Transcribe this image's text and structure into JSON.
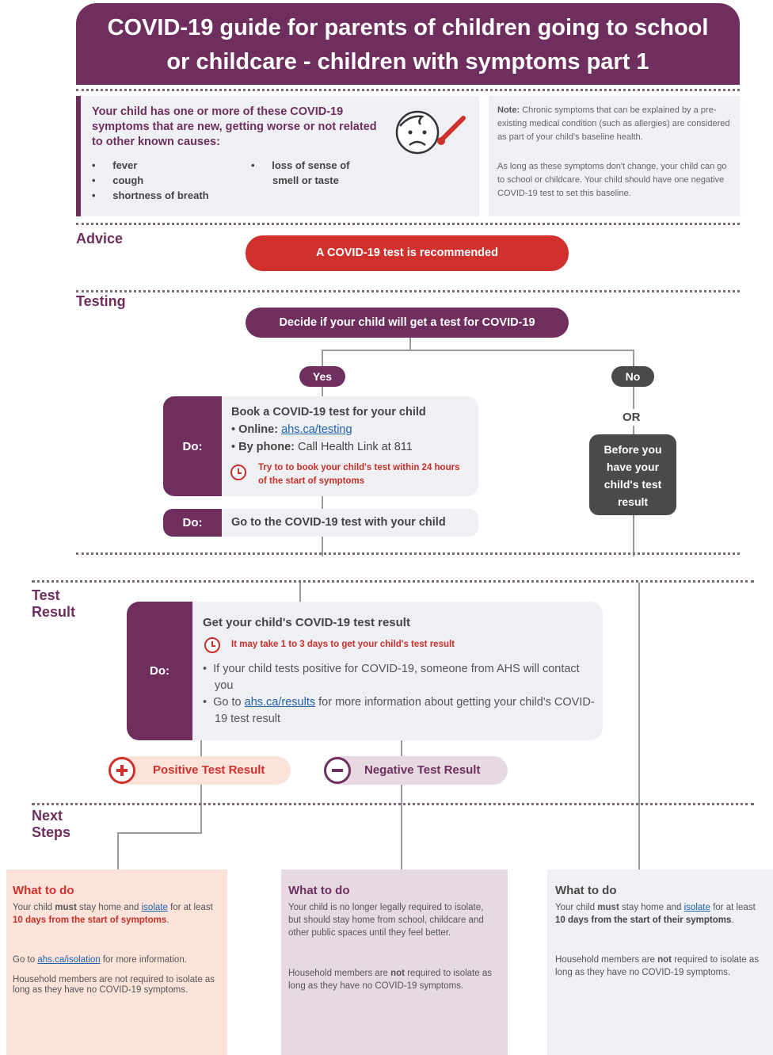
{
  "title": {
    "line1": "COVID-19 guide for parents of children going to school",
    "line2": "or childcare - children with symptoms part 1"
  },
  "symptoms": {
    "intro": "Your child has one or more of these COVID-19 symptoms that are new, getting worse or not related to other known causes:",
    "col1": [
      "fever",
      "cough",
      "shortness of breath"
    ],
    "col2_line1": "loss of sense of",
    "col2_line2": "smell or taste",
    "icon": "sick-child-thermometer-icon"
  },
  "note": {
    "label": "Note:",
    "p1": "Chronic symptoms that can be explained by a pre-existing medical condition (such as allergies) are considered as part of your child's baseline health.",
    "p2": "As long as these symptoms don't change, your child can go to school or childcare. Your child should have one negative COVID-19 test to set this baseline."
  },
  "sections": {
    "advice": "Advice",
    "testing": "Testing",
    "test_result_1": "Test",
    "test_result_2": "Result",
    "next_steps_1": "Next",
    "next_steps_2": "Steps"
  },
  "advice_pill": "A COVID-19 test is recommended",
  "decide_pill": "Decide if your child will get a test for COVID-19",
  "yes_label": "Yes",
  "no_label": "No",
  "or_label": "OR",
  "before_result": "Before you have your child's test result",
  "book": {
    "do": "Do:",
    "title": "Book a COVID-19 test for your child",
    "online_label": "Online:",
    "online_link": "ahs.ca/testing",
    "phone_label": "By phone:",
    "phone_text": "Call Health Link at 811",
    "warning": "Try to to book your child's test within 24 hours of the start of symptoms"
  },
  "goto": {
    "do": "Do:",
    "text": "Go to the COVID-19 test with your child"
  },
  "result": {
    "do": "Do:",
    "title": "Get your child's COVID-19 test result",
    "warning": "It may take 1 to 3 days to get your child's test result",
    "b1": "If your child tests positive for COVID-19, someone from AHS will contact you",
    "b2_pre": "Go to",
    "b2_link": "ahs.ca/results",
    "b2_post": "for more information about getting your child's COVID-19 test result"
  },
  "positive": {
    "label": "Positive Test Result",
    "icon": "plus-circle-icon"
  },
  "negative": {
    "label": "Negative Test Result",
    "icon": "minus-circle-icon"
  },
  "col_positive": {
    "title": "What to do",
    "p1_a": "Your child",
    "p1_b": "must",
    "p1_c": "stay home and",
    "p1_link": "isolate",
    "p1_d": "for at least",
    "p1_e": "10 days from the start of symptoms",
    "p2_a": "Go to",
    "p2_link": "ahs.ca/isolation",
    "p2_b": "for more information.",
    "p3": "Household members are not required to isolate as long as they have no COVID-19 symptoms."
  },
  "col_negative": {
    "title": "What to do",
    "p1": "Your child is no longer legally required to isolate, but should stay home from school, childcare and other public spaces until they feel better.",
    "p2_a": "Household members are",
    "p2_b": "not",
    "p2_c": "required to isolate as long as they have no COVID-19 symptoms."
  },
  "col_notest": {
    "title": "What to do",
    "p1_a": "Your child",
    "p1_b": "must",
    "p1_c": "stay home and",
    "p1_link": "isolate",
    "p1_d": "for at least",
    "p1_e": "10 days from the start of their symptoms",
    "p2_a": "Household members are",
    "p2_b": "not",
    "p2_c": "required to isolate as long as they have no COVID-19 symptoms."
  },
  "colors": {
    "plum": "#6e2f5e",
    "red": "#d0312d",
    "dark_gray": "#4a4a4a",
    "light_panel": "#eef0f4",
    "positive_bg": "#fbe3da",
    "negative_bg": "#e6d9e1"
  }
}
